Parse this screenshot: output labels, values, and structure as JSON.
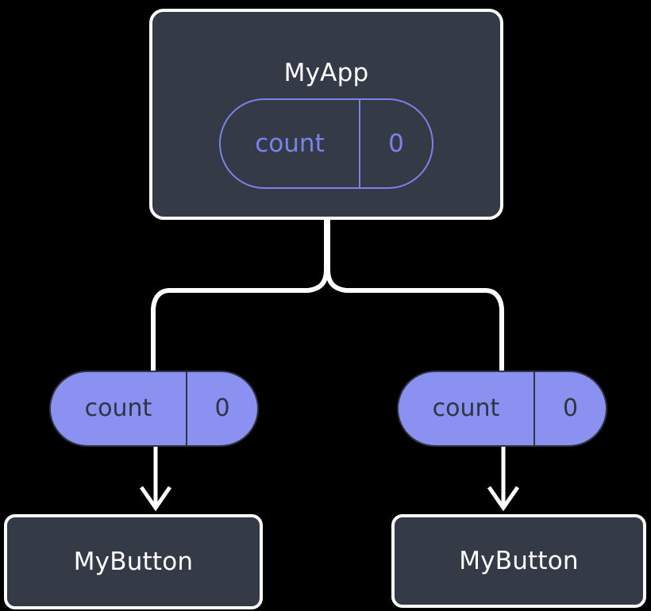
{
  "diagram": {
    "type": "component-state-tree",
    "background_color": "#000000",
    "colors": {
      "box_fill": "#343b47",
      "box_stroke": "#ffffff",
      "pill_fill": "#8a91f0",
      "pill_stroke_dark": "#2f3542",
      "pill_outline_purple": "#7b82e8",
      "edge_stroke": "#ffffff",
      "title_text": "#ffffff",
      "pill_text_dark": "#2f3542",
      "pill_text_purple": "#7b82e8"
    },
    "root": {
      "title": "MyApp",
      "state_pill": {
        "key": "count",
        "value": "0",
        "style": "outline"
      }
    },
    "branches": [
      {
        "side": "left",
        "state_pill": {
          "key": "count",
          "value": "0",
          "style": "filled"
        },
        "child": {
          "title": "MyButton"
        }
      },
      {
        "side": "right",
        "state_pill": {
          "key": "count",
          "value": "0",
          "style": "filled"
        },
        "child": {
          "title": "MyButton"
        }
      }
    ],
    "edges": {
      "fork_label": "state-propagation-fork",
      "arrow_label": "prop-arrow"
    }
  }
}
